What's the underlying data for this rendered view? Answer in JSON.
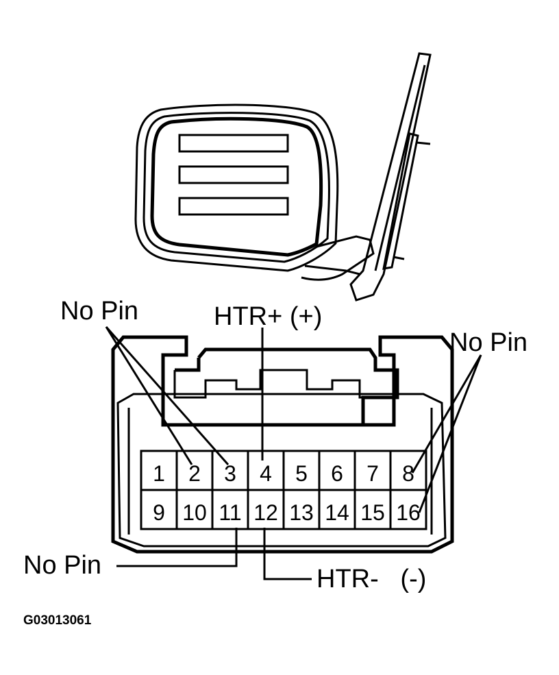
{
  "callouts": {
    "no_pin_top_left": "No Pin",
    "htr_plus": "HTR+ (+)",
    "no_pin_top_right": "No Pin",
    "no_pin_bottom_left": "No Pin",
    "htr_minus": "HTR-   (-)"
  },
  "connector": {
    "top_row": [
      "1",
      "2",
      "3",
      "4",
      "5",
      "6",
      "7",
      "8"
    ],
    "bottom_row": [
      "9",
      "10",
      "11",
      "12",
      "13",
      "14",
      "15",
      "16"
    ]
  },
  "figure_code": "G03013061"
}
